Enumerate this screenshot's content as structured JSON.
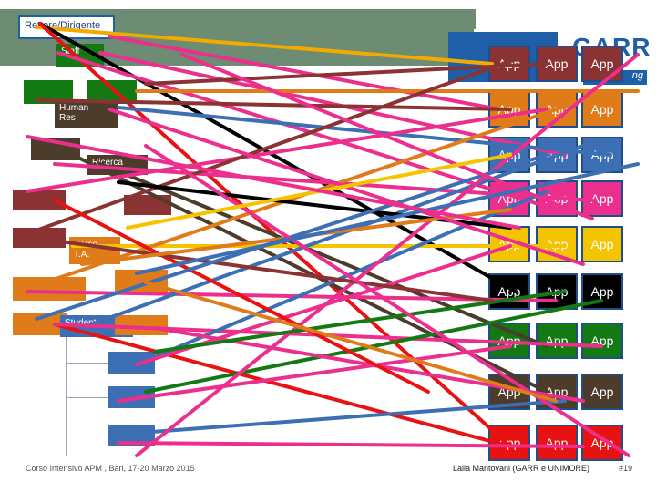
{
  "org": {
    "rettore": "Rettore/Dirigente",
    "staff": "Staff",
    "human_res_line1": "Human",
    "human_res_line2": "Res",
    "ricerca": "Ricerca",
    "personale_line1": "Perso",
    "personale_line2": "T.A.",
    "studenti": "Studenti"
  },
  "logo": {
    "text": "GARR",
    "sub": "ng"
  },
  "apps": {
    "label": "App",
    "rows": [
      {
        "color": "#8b3232"
      },
      {
        "color": "#e07b1a"
      },
      {
        "color": "#3d6fb5"
      },
      {
        "color": "#ec2f8d"
      },
      {
        "color": "#f5c400"
      },
      {
        "color": "#000000"
      },
      {
        "color": "#137a13"
      },
      {
        "color": "#4b3c2c"
      },
      {
        "color": "#e81212"
      }
    ]
  },
  "footer": {
    "left": "Corso Intensivo APM , Bari, 17-20 Marzo 2015",
    "right": "Lalla Mantovani (GARR e UNIMORE)",
    "page": "#19"
  }
}
